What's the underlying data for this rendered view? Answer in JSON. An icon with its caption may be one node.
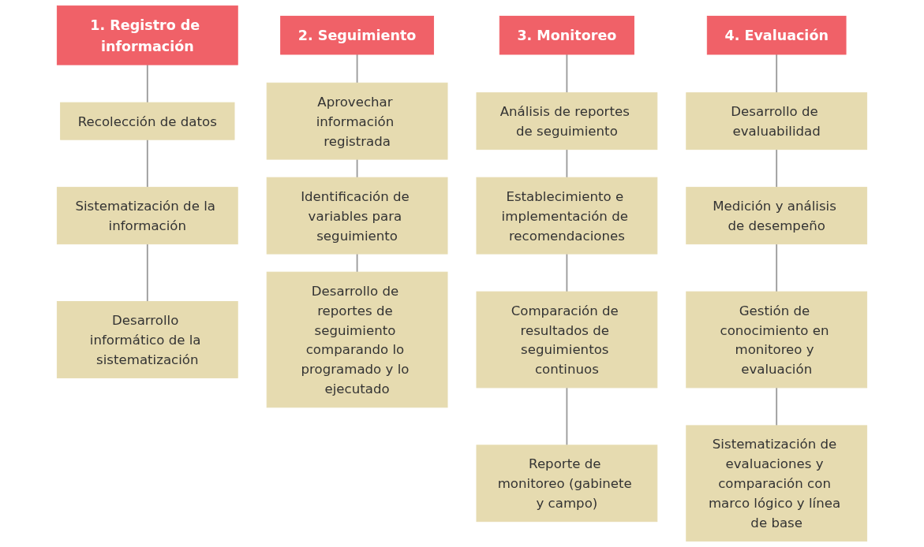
{
  "diagram": {
    "nodes": [
      {
        "text": [
          "1. Registro de información"
        ]
      },
      {
        "text": [
          "Recolección de datos"
        ]
      },
      {
        "text": [
          "Sistematización de la información"
        ]
      },
      {
        "text": [
          "Desarrollo informático de la sistematización"
        ]
      },
      {
        "text": [
          "2. Seguimiento"
        ]
      },
      {
        "text": [
          "Aprovechar información registrada"
        ]
      },
      {
        "text": [
          "Identificación de variables para seguimiento"
        ]
      },
      {
        "text": [
          "Desarrollo de reportes de seguimiento comparando lo programado y lo ejecutado"
        ]
      },
      {
        "text": [
          "3. Monitoreo"
        ]
      },
      {
        "text": [
          "Análisis de reportes de seguimiento"
        ]
      },
      {
        "text": [
          "Establecimiento e implementación de recomendaciones"
        ]
      },
      {
        "text": [
          "Comparación de resultados de seguimientos continuos"
        ]
      },
      {
        "text": [
          "Reporte de monitoreo (gabinete y campo)"
        ]
      },
      {
        "text": [
          "4. Evaluación"
        ]
      },
      {
        "text": [
          "Desarrollo de evaluabilidad"
        ]
      },
      {
        "text": [
          "Medición y análisis de desempeño"
        ]
      },
      {
        "text": [
          "Gestión de conocimiento en monitoreo y evaluación"
        ]
      },
      {
        "text": [
          "Sistematización de evaluaciones y comparación con marco lógico y línea de base"
        ]
      }
    ],
    "edges": [
      {
        "from": 0,
        "to": 1,
        "arrow": "none"
      },
      {
        "from": 1,
        "to": 2,
        "arrow": "none"
      },
      {
        "from": 2,
        "to": 3,
        "arrow": "none"
      },
      {
        "from": 4,
        "to": 5,
        "arrow": "none"
      },
      {
        "from": 5,
        "to": 6,
        "arrow": "none"
      },
      {
        "from": 6,
        "to": 7,
        "arrow": "none"
      },
      {
        "from": 8,
        "to": 9,
        "arrow": "none"
      },
      {
        "from": 9,
        "to": 10,
        "arrow": "none"
      },
      {
        "from": 10,
        "to": 11,
        "arrow": "none"
      },
      {
        "from": 11,
        "to": 12,
        "arrow": "none"
      },
      {
        "from": 13,
        "to": 14,
        "arrow": "none"
      },
      {
        "from": 14,
        "to": 15,
        "arrow": "none"
      },
      {
        "from": 15,
        "to": 16,
        "arrow": "none"
      },
      {
        "from": 16,
        "to": 17,
        "arrow": "none"
      }
    ]
  }
}
